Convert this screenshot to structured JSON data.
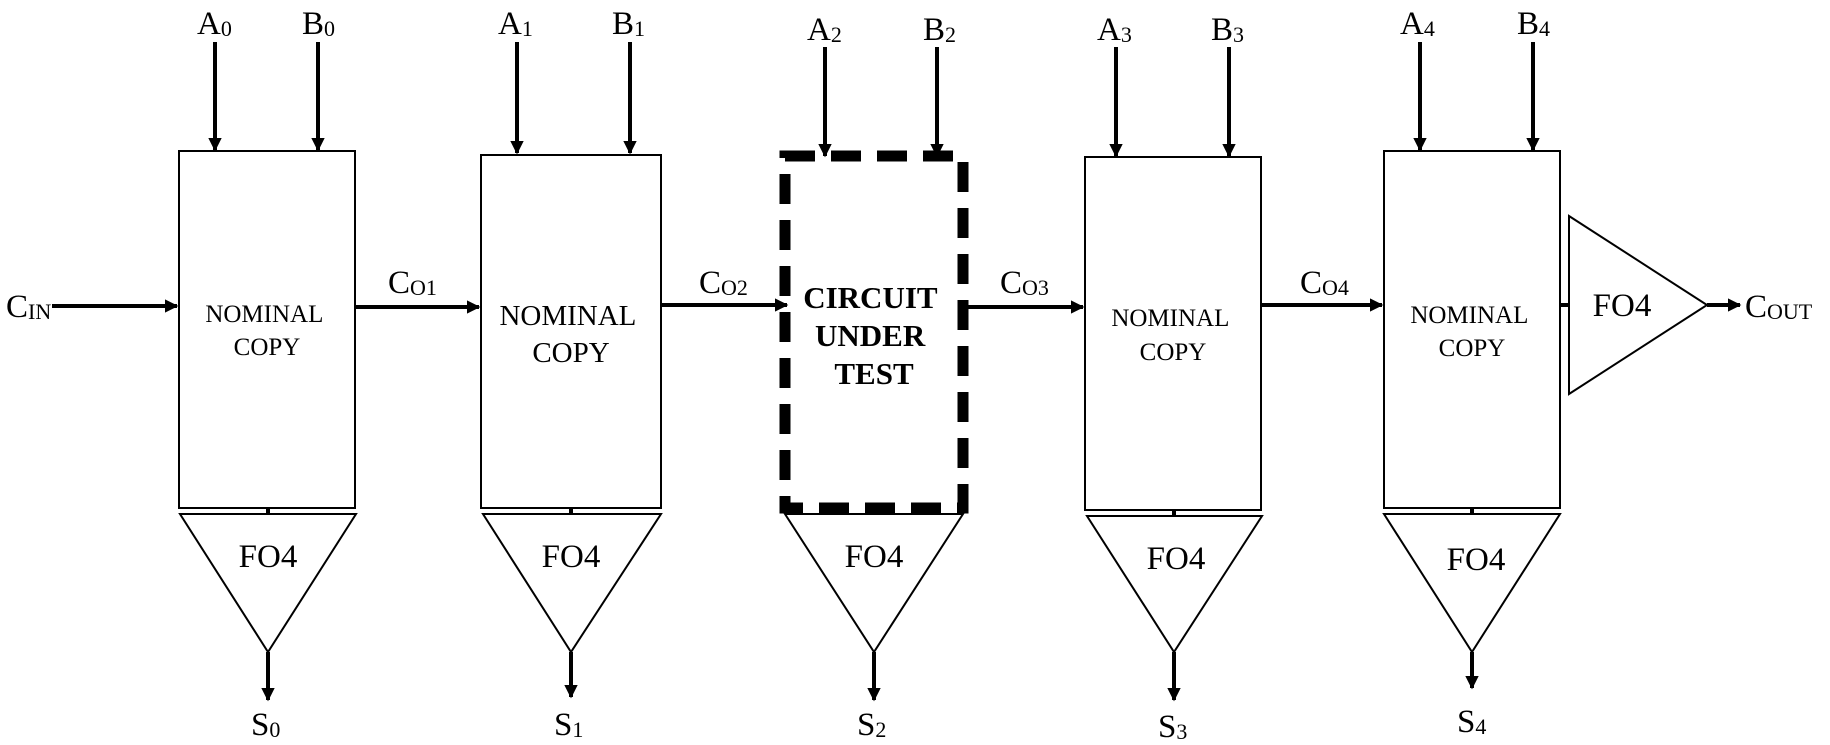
{
  "stages": [
    {
      "a": {
        "main": "A",
        "sub": "0"
      },
      "b": {
        "main": "B",
        "sub": "0"
      },
      "block": [
        "NOMINAL",
        "COPY"
      ],
      "fo4": "FO4",
      "s": {
        "main": "S",
        "sub": "0"
      }
    },
    {
      "a": {
        "main": "A",
        "sub": "1"
      },
      "b": {
        "main": "B",
        "sub": "1"
      },
      "block": [
        "NOMINAL",
        "COPY"
      ],
      "fo4": "FO4",
      "s": {
        "main": "S",
        "sub": "1"
      }
    },
    {
      "a": {
        "main": "A",
        "sub": "2"
      },
      "b": {
        "main": "B",
        "sub": "2"
      },
      "block": [
        "CIRCUIT",
        "UNDER",
        "TEST"
      ],
      "fo4": "FO4",
      "s": {
        "main": "S",
        "sub": "2"
      }
    },
    {
      "a": {
        "main": "A",
        "sub": "3"
      },
      "b": {
        "main": "B",
        "sub": "3"
      },
      "block": [
        "NOMINAL",
        "COPY"
      ],
      "fo4": "FO4",
      "s": {
        "main": "S",
        "sub": "3"
      }
    },
    {
      "a": {
        "main": "A",
        "sub": "4"
      },
      "b": {
        "main": "B",
        "sub": "4"
      },
      "block": [
        "NOMINAL",
        "COPY"
      ],
      "fo4": "FO4",
      "s": {
        "main": "S",
        "sub": "4"
      }
    }
  ],
  "carries": [
    {
      "main": "C",
      "sub": "IN"
    },
    {
      "main": "C",
      "sub": "O1"
    },
    {
      "main": "C",
      "sub": "O2"
    },
    {
      "main": "C",
      "sub": "O3"
    },
    {
      "main": "C",
      "sub": "O4"
    },
    {
      "main": "C",
      "sub": "OUT"
    }
  ],
  "cout_buffer": "FO4"
}
